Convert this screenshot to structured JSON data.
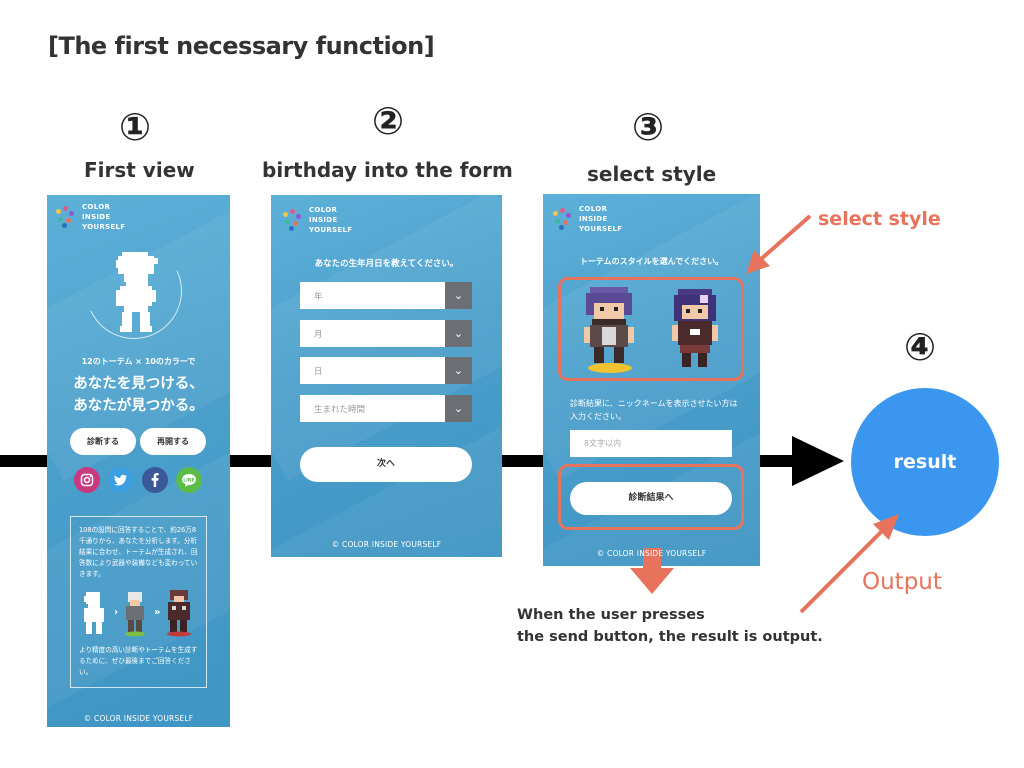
{
  "title": "[The first necessary function]",
  "steps": [
    {
      "num": "①",
      "label": "First view"
    },
    {
      "num": "②",
      "label": "birthday into the form"
    },
    {
      "num": "③",
      "label": "select style"
    },
    {
      "num": "④",
      "label": ""
    }
  ],
  "logo": {
    "line1": "COLOR",
    "line2": "INSIDE",
    "line3": "YOURSELF"
  },
  "footer": "© COLOR INSIDE YOURSELF",
  "screen1": {
    "tagline": "12のトーテム × 10のカラーで",
    "catch1": "あなたを見つける、",
    "catch2": "あなたが見つかる。",
    "btn_diagnose": "診断する",
    "btn_resume": "再開する",
    "social": [
      {
        "icon": "instagram-icon",
        "glyph": "◎",
        "color": "#c8397e"
      },
      {
        "icon": "twitter-icon",
        "glyph": "✦",
        "color": "#3d9fe0"
      },
      {
        "icon": "facebook-icon",
        "glyph": "f",
        "color": "#3b5998"
      },
      {
        "icon": "line-icon",
        "glyph": "LINE",
        "color": "#5cbc4a"
      }
    ],
    "info1": "108の設問に回答することで、約26万8千通りから、あなたを分析します。分析結果に合わせ、トーテムが生成され、回答数により武器や装備なども変わっていきます。",
    "info2": "より精度の高い診断やトーテムを生成するために、ぜひ最後までご回答ください。"
  },
  "screen2": {
    "question": "あなたの生年月日を教えてください。",
    "selects": [
      "年",
      "月",
      "日",
      "生まれた時間"
    ],
    "next": "次へ"
  },
  "screen3": {
    "question": "トーテムのスタイルを選んでください。",
    "nickname_prompt": "診断結果に、ニックネームを表示させたい方は入力ください。",
    "input_placeholder": "8文字以内",
    "submit": "診断結果へ"
  },
  "annotations": {
    "select_style": "select style",
    "output": "Output",
    "result": "result",
    "caption1": "When the user presses",
    "caption2": "the send button, the result is output."
  },
  "colors": {
    "screen_bg": "#4a9fcb",
    "accent": "#e8735c",
    "result": "#3b96ef"
  }
}
